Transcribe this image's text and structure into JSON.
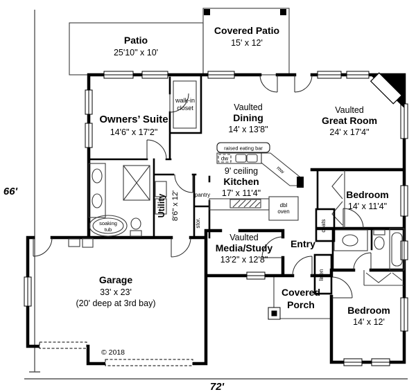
{
  "dimensions": {
    "left": "66'",
    "bottom": "72'"
  },
  "copyright": "© 2018",
  "rooms": {
    "patio": {
      "name": "Patio",
      "dims": "25'10\" x 10'"
    },
    "covered_patio": {
      "name": "Covered Patio",
      "dims": "15' x 12'"
    },
    "owners_suite": {
      "name": "Owners’ Suite",
      "dims": "14'6\" x 17'2\""
    },
    "walk_in_closet": {
      "line1": "walk-in",
      "line2": "closet"
    },
    "dining": {
      "prefix": "Vaulted",
      "name": "Dining",
      "dims": "14' x 13'8\""
    },
    "great_room": {
      "prefix": "Vaulted",
      "name": "Great Room",
      "dims": "24' x 17'4\""
    },
    "kitchen": {
      "prefix": "9' ceiling",
      "name": "Kitchen",
      "dims": "17' x 11'4\""
    },
    "utility": {
      "name": "Utility",
      "dims": "8'6\" x 12'"
    },
    "media_study": {
      "prefix": "Vaulted",
      "name": "Media/Study",
      "dims": "13'2\" x 12'8\""
    },
    "entry": {
      "name": "Entry"
    },
    "covered_porch": {
      "line1": "Covered",
      "line2": "Porch"
    },
    "bedroom_upper": {
      "name": "Bedroom",
      "dims": "14' x 11'4\""
    },
    "bedroom_lower": {
      "name": "Bedroom",
      "dims": "14' x 12'"
    },
    "garage": {
      "name": "Garage",
      "dims": "33' x 23'",
      "note": "(20' deep at 3rd bay)"
    }
  },
  "fixtures": {
    "soaking_tub_line1": "soaking",
    "soaking_tub_line2": "tub",
    "raised_eating_bar": "raised eating bar",
    "dishwasher": "dw",
    "microwave": "mw",
    "pantry": "pantry",
    "double_oven_line1": "dbl",
    "double_oven_line2": "oven",
    "storage": "stor.",
    "coats": "coats",
    "linen": "linen"
  }
}
